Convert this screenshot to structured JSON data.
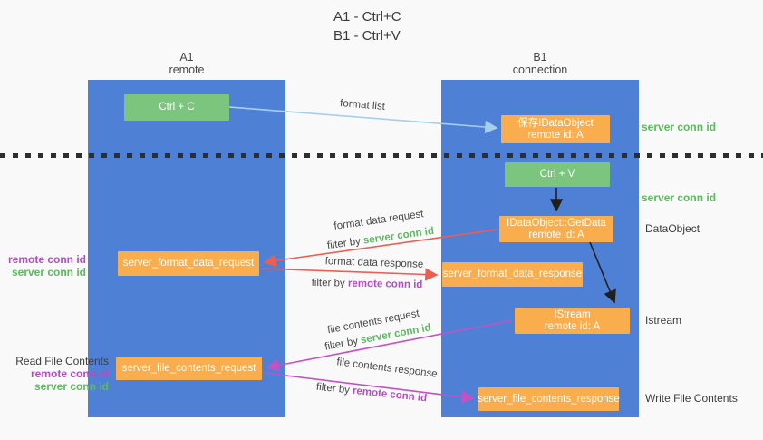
{
  "title": {
    "line1": "A1 - Ctrl+C",
    "line2": "B1 - Ctrl+V"
  },
  "columns": {
    "left": {
      "id": "A1",
      "label": "remote"
    },
    "right": {
      "id": "B1",
      "label": "connection"
    }
  },
  "nodes": {
    "ctrl_c": {
      "label": "Ctrl + C"
    },
    "save_obj": {
      "line1": "保存IDataObject",
      "line2": "remote id: A"
    },
    "ctrl_v": {
      "label": "Ctrl + V"
    },
    "getdata": {
      "line1": "IDataObject::GetData",
      "line2": "remote id: A"
    },
    "format_req": {
      "label": "server_format_data_request"
    },
    "format_resp": {
      "label": "server_format_data_response"
    },
    "istream": {
      "line1": "IStream",
      "line2": "remote id: A"
    },
    "file_req": {
      "label": "server_file_contents_request"
    },
    "file_resp": {
      "label": "server_file_contents_response"
    }
  },
  "side_labels": {
    "server_conn_top": "server conn id",
    "server_conn_mid": "server conn id",
    "dataobject": "DataObject",
    "istream": "Istream",
    "write_file": "Write File Contents",
    "read_file": "Read File Contents",
    "left1_remote": "remote conn id",
    "left1_server": "server conn id",
    "left2_remote": "remote conn id",
    "left2_server": "server conn id"
  },
  "arrow_labels": {
    "format_list": "format list",
    "format_data_request": "format data request",
    "format_data_response": "format data response",
    "file_contents_request": "file contents request",
    "file_contents_response": "file contents response",
    "filter_by": "filter by",
    "server_conn_id": "server conn id",
    "remote_conn_id": "remote conn id"
  },
  "colors": {
    "lane_blue": "#4e81d6",
    "node_orange": "#f9ad4c",
    "node_green": "#7cc57e",
    "arrow_lightblue": "#a6cfec",
    "arrow_red": "#e95f52",
    "arrow_magenta": "#c351c3",
    "arrow_black": "#1f1f1f",
    "text_green": "#5cb95f",
    "text_purple": "#b14ec2",
    "background": "#f9f9f9"
  }
}
